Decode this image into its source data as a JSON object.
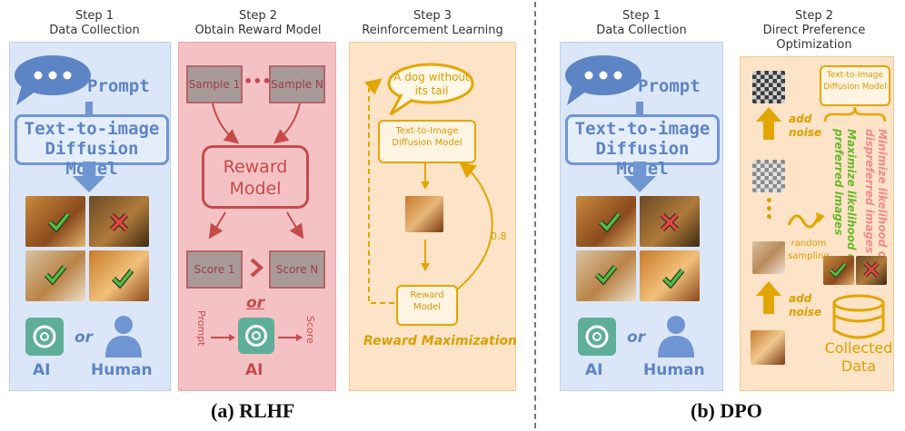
{
  "rlhf": {
    "step1": {
      "title": "Step 1",
      "subtitle": "Data Collection",
      "prompt": "Prompt",
      "model": [
        "Text-to-image",
        "Diffusion Model"
      ],
      "or": "or",
      "ai": "AI",
      "human": "Human"
    },
    "step2": {
      "title": "Step 2",
      "subtitle": "Obtain Reward Model",
      "sample1": "Sample 1",
      "dots": "•••",
      "sampleN": "Sample N",
      "reward_model": [
        "Reward",
        "Model"
      ],
      "score1": "Score 1",
      "scoreN": "Score N",
      "or": "or",
      "prompt": "Prompt",
      "score": "Score",
      "ai": "AI"
    },
    "step3": {
      "title": "Step 3",
      "subtitle": "Reinforcement Learning",
      "bubble": [
        "A dog without",
        "its tail"
      ],
      "model": [
        "Text-to-Image",
        "Diffusion Model"
      ],
      "reward_model": [
        "Reward",
        "Model"
      ],
      "value": "0.8",
      "label": "Reward Maximization"
    },
    "caption": "(a) RLHF"
  },
  "dpo": {
    "step1": {
      "title": "Step 1",
      "subtitle": "Data Collection",
      "prompt": "Prompt",
      "model": [
        "Text-to-image",
        "Diffusion Model"
      ],
      "or": "or",
      "ai": "AI",
      "human": "Human"
    },
    "step2": {
      "title": "Step 2",
      "subtitle": [
        "Direct Preference",
        "Optimization"
      ],
      "model": [
        "Text-to-Image",
        "Diffusion Model"
      ],
      "add_noise_top": [
        "add",
        "noise"
      ],
      "add_noise_bottom": [
        "add",
        "noise"
      ],
      "random_sampling": [
        "random",
        "sampling"
      ],
      "maximize": [
        "Maximize likelihood on",
        "preferred images"
      ],
      "minimize": [
        "Minimize likelihood on",
        "dispreferred images"
      ],
      "collected": [
        "Collected",
        "Data"
      ]
    },
    "caption": "(b) DPO"
  },
  "colors": {
    "blue": "#5d84c4",
    "red": "#c74a4a",
    "gold": "#e3a600",
    "green": "#6ab82b",
    "salmon": "#f08a8a",
    "teal": "#5fae99"
  }
}
